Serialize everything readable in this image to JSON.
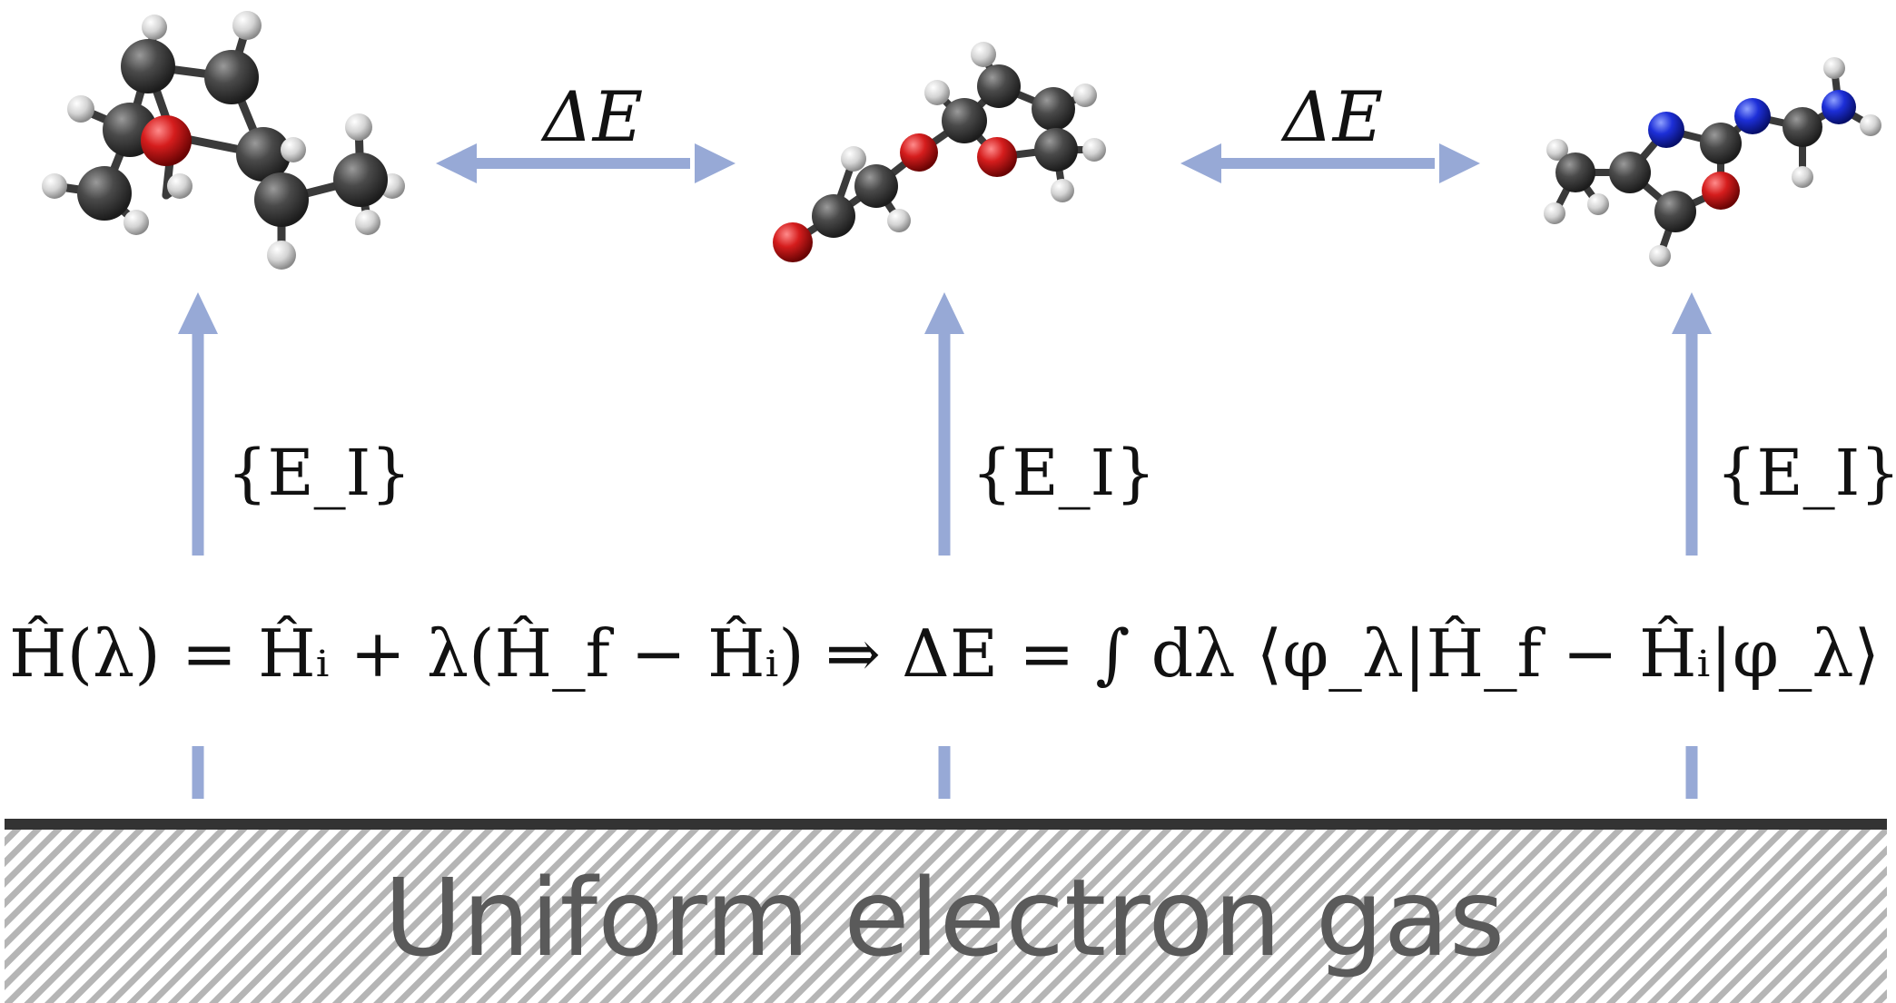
{
  "colors": {
    "arrow": "#97a9d6",
    "ground_line": "#333333",
    "hatch": "#b5b5b5",
    "ueg_text": "#5a5a5a",
    "carbon": "#3f3f3f",
    "hydrogen": "#e6e6e6",
    "oxygen": "#d51d1d",
    "nitrogen": "#1d2fd8"
  },
  "transition_labels": {
    "left": "ΔE",
    "right": "ΔE"
  },
  "vertical_labels": {
    "left": "{E_I}",
    "middle": "{E_I}",
    "right": "{E_I}"
  },
  "equation": {
    "hamiltonian": "Ĥ(λ) = Ĥᵢ + λ(Ĥ_f − Ĥᵢ) ⇒ ΔE = ∫ dλ ⟨φ_λ|Ĥ_f − Ĥᵢ|φ_λ⟩"
  },
  "ground": {
    "label": "Uniform electron gas"
  },
  "molecules": [
    {
      "name": "molecule-left",
      "atoms": [
        "C",
        "C",
        "C",
        "C",
        "C",
        "C",
        "C",
        "O",
        "H",
        "H",
        "H",
        "H",
        "H",
        "H",
        "H",
        "H",
        "H",
        "H",
        "H"
      ]
    },
    {
      "name": "molecule-middle",
      "atoms": [
        "C",
        "C",
        "C",
        "C",
        "C",
        "O",
        "O",
        "O",
        "H",
        "H",
        "H",
        "H",
        "H",
        "H"
      ]
    },
    {
      "name": "molecule-right",
      "atoms": [
        "C",
        "C",
        "C",
        "C",
        "C",
        "N",
        "N",
        "N",
        "O",
        "H",
        "H",
        "H",
        "H",
        "H",
        "H"
      ]
    }
  ]
}
